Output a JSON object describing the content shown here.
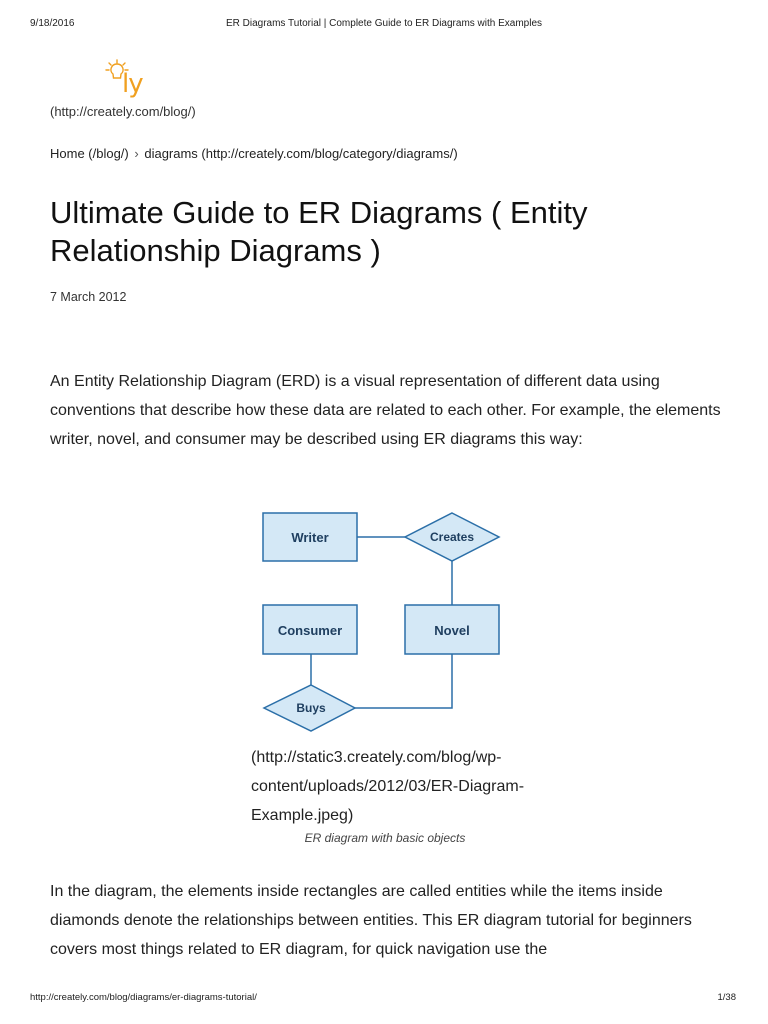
{
  "print_header": {
    "date": "9/18/2016",
    "title": "ER Diagrams Tutorial | Complete Guide to ER Diagrams with Examples"
  },
  "logo": {
    "text": "ly",
    "link": "(http://creately.com/blog/)"
  },
  "breadcrumb": {
    "home": "Home (/blog/)",
    "separator": "›",
    "category": "diagrams (http://creately.com/blog/category/diagrams/)"
  },
  "article": {
    "title": "Ultimate Guide to ER Diagrams ( Entity Relationship Diagrams )",
    "date": "7 March 2012",
    "intro": "An Entity Relationship Diagram (ERD) is a visual representation of different data using conventions that describe how these data are related to each other. For example, the elements writer, novel, and consumer may be described using ER diagrams this way:",
    "image_link": "(http://static3.creately.com/blog/wp-content/uploads/2012/03/ER-Diagram-Example.jpeg)",
    "caption": "ER diagram with basic objects",
    "body": "In the diagram, the elements inside rectangles are called entities while the items inside diamonds denote the relationships between entities. This ER diagram tutorial for beginners covers most things related to ER diagram, for quick navigation use the"
  },
  "diagram": {
    "entities": [
      "Writer",
      "Consumer",
      "Novel"
    ],
    "relationships": [
      "Creates",
      "Buys"
    ],
    "colors": {
      "fill": "#d4e8f6",
      "stroke": "#2b6fa8",
      "text": "#1f3f60"
    }
  },
  "print_footer": {
    "url": "http://creately.com/blog/diagrams/er-diagrams-tutorial/",
    "page": "1/38"
  }
}
